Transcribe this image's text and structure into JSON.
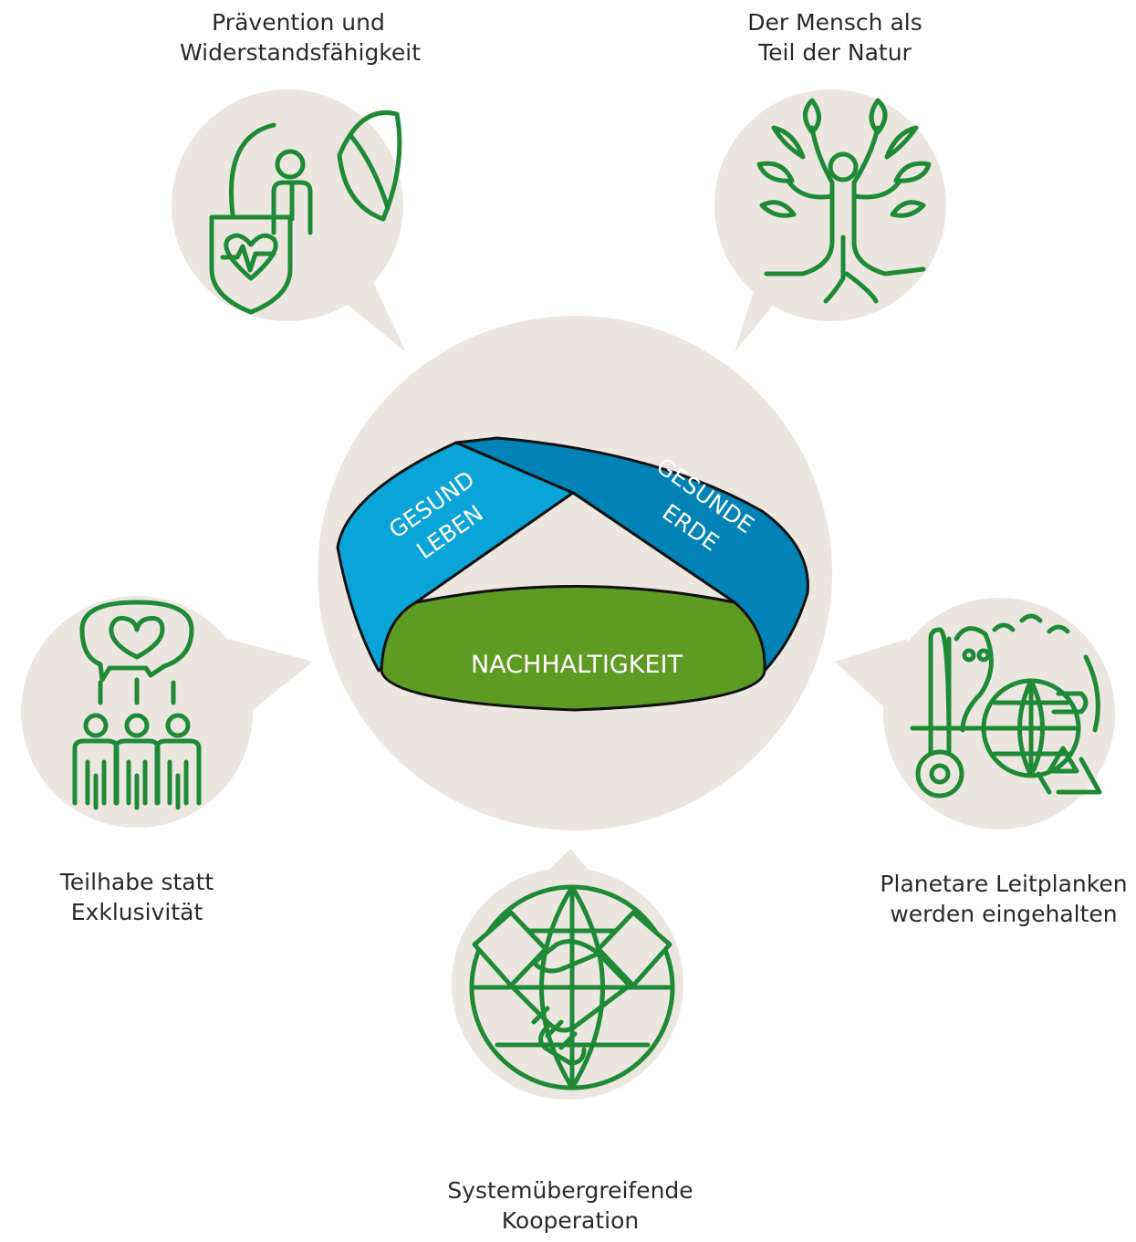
{
  "center": {
    "band_left": [
      "GESUND",
      "LEBEN"
    ],
    "band_right": [
      "GESUNDE",
      "ERDE"
    ],
    "band_bottom": "NACHHALTIGKEIT"
  },
  "topics": {
    "top_left": [
      "Prävention und",
      "Widerstandsfähigkeit"
    ],
    "top_right": [
      "Der Mensch als",
      "Teil der Natur"
    ],
    "left": [
      "Teilhabe statt",
      "Exklusivität"
    ],
    "right": [
      "Planetare Leitplanken",
      "werden eingehalten"
    ],
    "bottom": [
      "Systemübergreifende",
      "Kooperation"
    ]
  },
  "colors": {
    "bubble": "#ece6e1",
    "icon_green": "#1f8a36",
    "band_light_blue": "#0aa4d9",
    "band_dark_blue": "#0283b8",
    "band_green": "#5e9b22"
  }
}
